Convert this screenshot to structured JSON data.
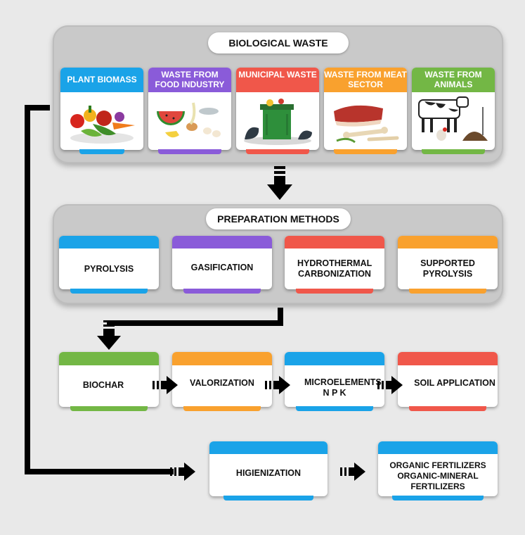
{
  "colors": {
    "blue": "#1aa3e8",
    "purple": "#8a5bd9",
    "red": "#f0574a",
    "orange": "#f9a12e",
    "green": "#73b745"
  },
  "biological_waste": {
    "title": "BIOLOGICAL WASTE",
    "cards": [
      {
        "label": "PLANT BIOMASS",
        "color": "#1aa3e8",
        "icon": "vegetables-icon"
      },
      {
        "label": "WASTE FROM FOOD INDUSTRY",
        "color": "#8a5bd9",
        "icon": "food-scraps-icon"
      },
      {
        "label": "MUNICIPAL WASTE",
        "color": "#f0574a",
        "icon": "garbage-bin-icon"
      },
      {
        "label": "WASTE FROM MEAT SECTOR",
        "color": "#f9a12e",
        "icon": "meat-bones-icon"
      },
      {
        "label": "WASTE FROM ANIMALS",
        "color": "#73b745",
        "icon": "cow-manure-icon"
      }
    ]
  },
  "preparation": {
    "title": "PREPARATION METHODS",
    "cards": [
      {
        "label": "PYROLYSIS",
        "color": "#1aa3e8"
      },
      {
        "label": "GASIFICATION",
        "color": "#8a5bd9"
      },
      {
        "label": "HYDROTHERMAL CARBONIZATION",
        "color": "#f0574a"
      },
      {
        "label": "SUPPORTED PYROLYSIS",
        "color": "#f9a12e"
      }
    ]
  },
  "process_row": [
    {
      "label": "BIOCHAR",
      "color": "#73b745"
    },
    {
      "label": "VALORIZATION",
      "color": "#f9a12e"
    },
    {
      "label": "MICROELEMENTS N P K",
      "color": "#1aa3e8"
    },
    {
      "label": "SOIL APPLICATION",
      "color": "#f0574a"
    }
  ],
  "bottom_row": [
    {
      "label": "HIGIENIZATION",
      "color": "#1aa3e8"
    },
    {
      "label": "ORGANIC FERTILIZERS ORGANIC-MINERAL FERTILIZERS",
      "color": "#1aa3e8"
    }
  ]
}
